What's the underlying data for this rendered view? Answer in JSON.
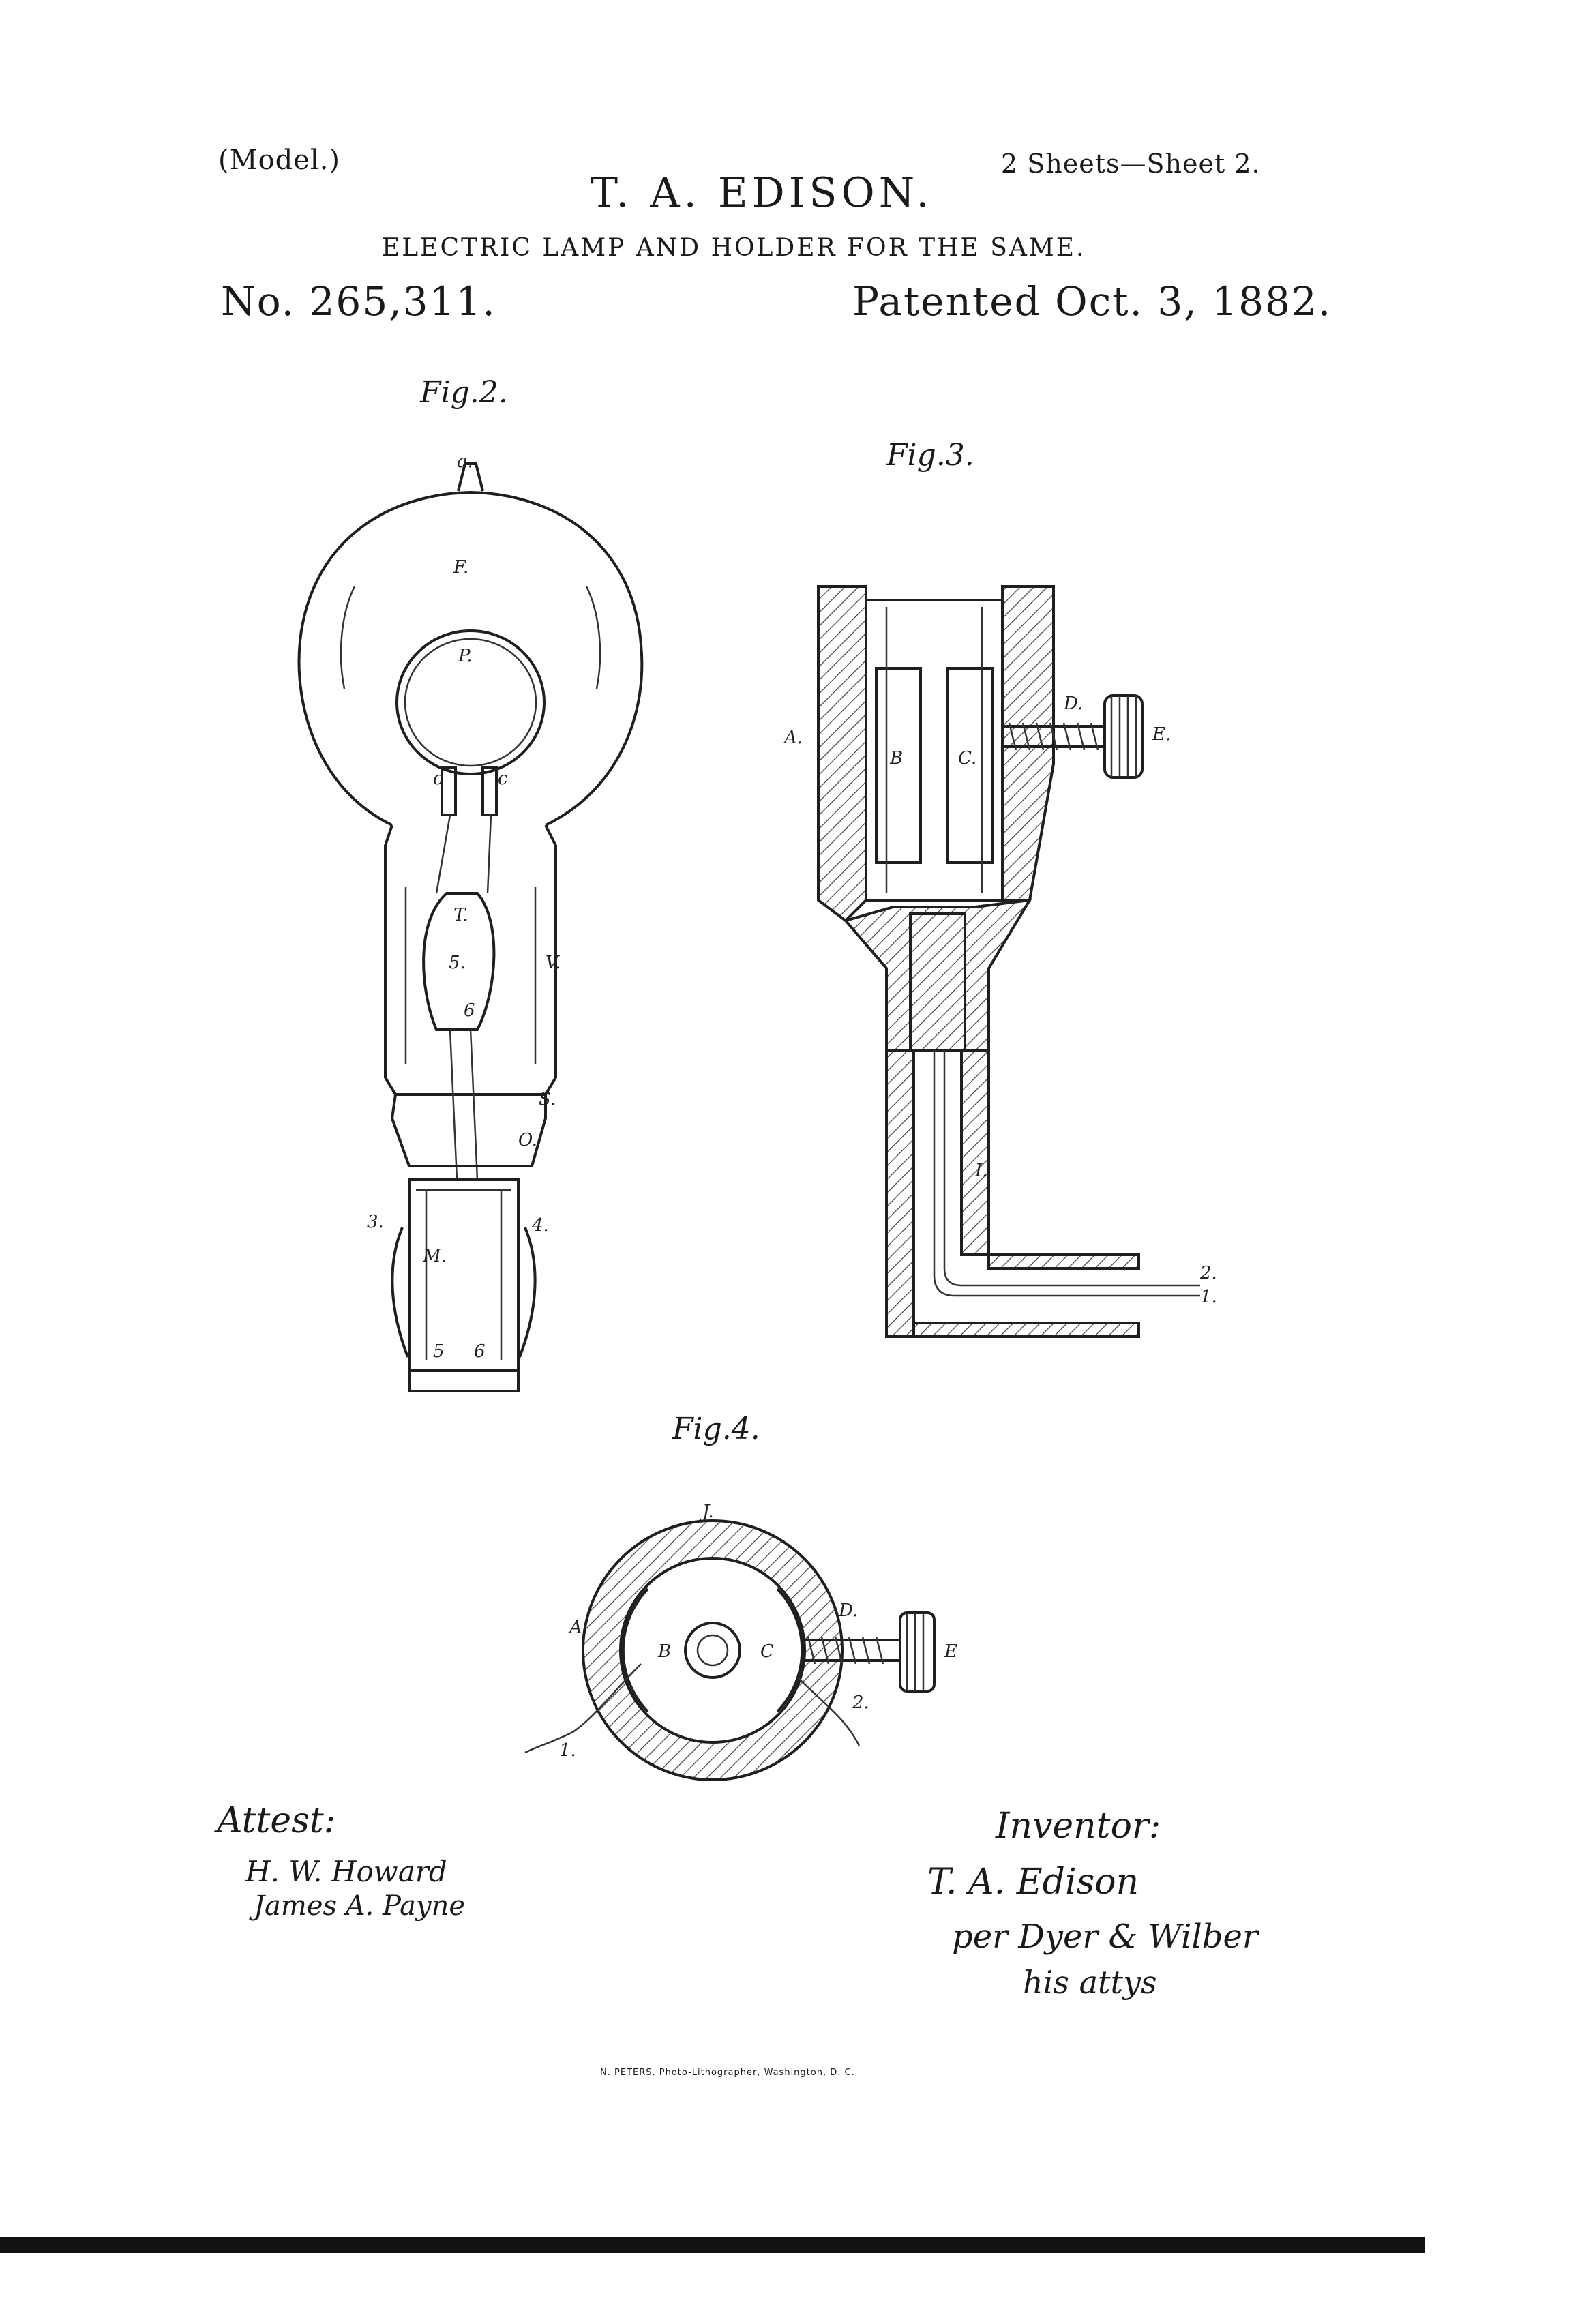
{
  "header": {
    "model": "(Model.)",
    "sheets": "2 Sheets—Sheet 2.",
    "inventor": "T. A. EDISON.",
    "title": "ELECTRIC LAMP AND HOLDER FOR THE SAME.",
    "number": "No. 265,311.",
    "patented": "Patented Oct. 3, 1882."
  },
  "figures": {
    "fig2": {
      "caption": "Fig.2.",
      "labels": [
        "a.",
        "F.",
        "P.",
        "c",
        "c",
        "T.",
        "5.",
        "6",
        "V.",
        "S.",
        "O.",
        "3.",
        "4.",
        "M.",
        "5",
        "6"
      ]
    },
    "fig3": {
      "caption": "Fig.3.",
      "labels": [
        "A.",
        "B",
        "C.",
        "D.",
        "E.",
        "I.",
        "2.",
        "1."
      ]
    },
    "fig4": {
      "caption": "Fig.4.",
      "labels": [
        "J.",
        "A.",
        "B",
        "C",
        "D.",
        "E",
        "1.",
        "2."
      ]
    }
  },
  "signatures": {
    "attest_label": "Attest:",
    "witness_1": "H. W. Howard",
    "witness_2": "James A. Payne",
    "inventor_label": "Inventor:",
    "inventor_signature": "T. A. Edison",
    "attorneys_line": "per Dyer & Wilber",
    "attorneys_suffix": "his attys"
  },
  "footer": {
    "printer": "N. PETERS. Photo-Lithographer, Washington, D. C."
  },
  "colors": {
    "ink": "#1f1f1f",
    "paper": "#ffffff"
  }
}
